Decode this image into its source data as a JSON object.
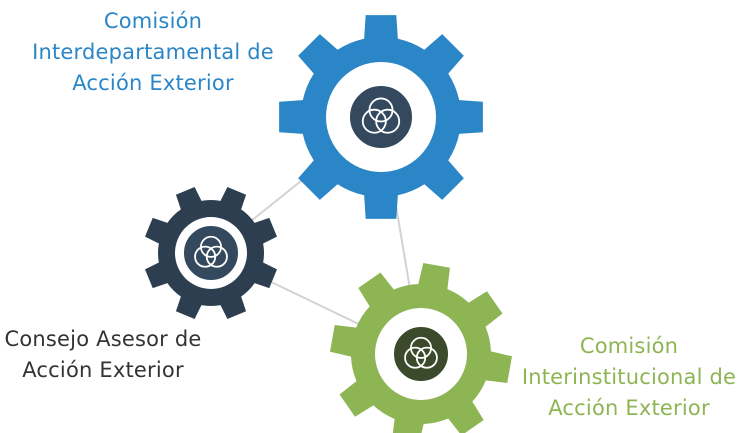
{
  "nodes": [
    {
      "id": "cie",
      "label_lines": [
        "Comisión",
        "Interdepartamental de",
        "Acción Exterior"
      ],
      "color": "#2b86c8",
      "icon": "interlocking-rings-icon",
      "icon_bg": "#34495e"
    },
    {
      "id": "caae",
      "label_lines": [
        "Consejo Asesor de",
        "Acción Exterior"
      ],
      "color": "#2c3e50",
      "icon": "interlocking-rings-icon",
      "icon_bg": "#34495e"
    },
    {
      "id": "ciae",
      "label_lines": [
        "Comisión",
        "Interinstitucional de",
        "Acción Exterior"
      ],
      "color": "#8db554",
      "icon": "interlocking-rings-icon",
      "icon_bg": "#3a4a2a"
    }
  ],
  "connections": [
    [
      "cie",
      "caae"
    ],
    [
      "cie",
      "ciae"
    ],
    [
      "caae",
      "ciae"
    ]
  ],
  "colors": {
    "connector": "#d3d3d3",
    "label_blue": "#2b86c8",
    "label_dark": "#333333",
    "label_green": "#8db554"
  }
}
